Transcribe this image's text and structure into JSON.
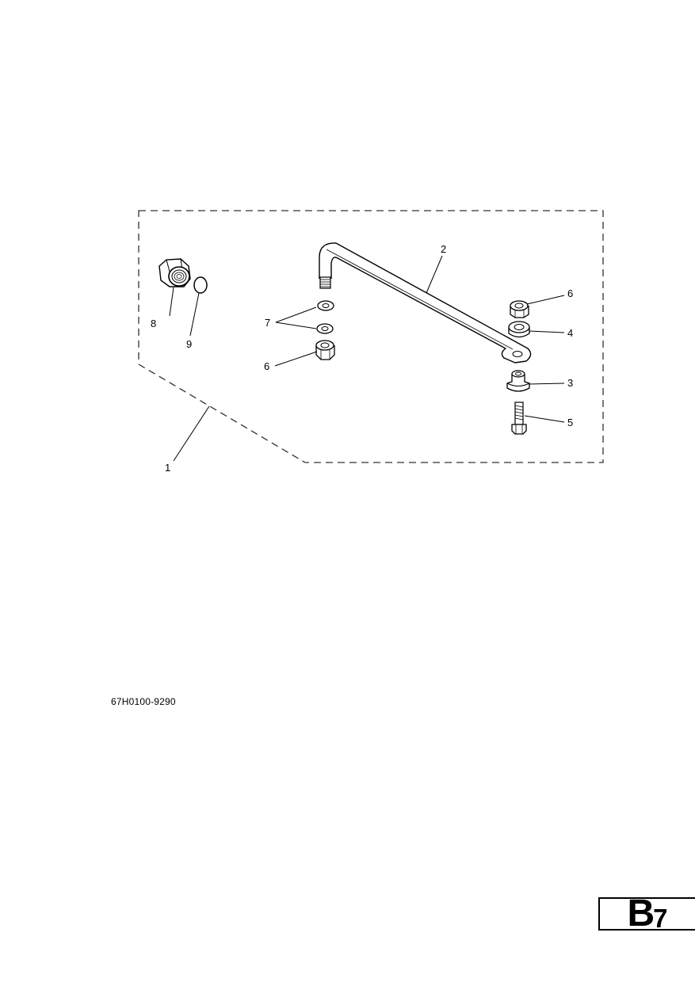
{
  "diagram": {
    "callouts": {
      "c1": "1",
      "c2": "2",
      "c3": "3",
      "c4": "4",
      "c5": "5",
      "c6a": "6",
      "c6b": "6",
      "c7": "7",
      "c8": "8",
      "c9": "9"
    }
  },
  "footer": {
    "drawing_code": "67H0100-9290",
    "page_letter": "B",
    "page_number": "7"
  }
}
